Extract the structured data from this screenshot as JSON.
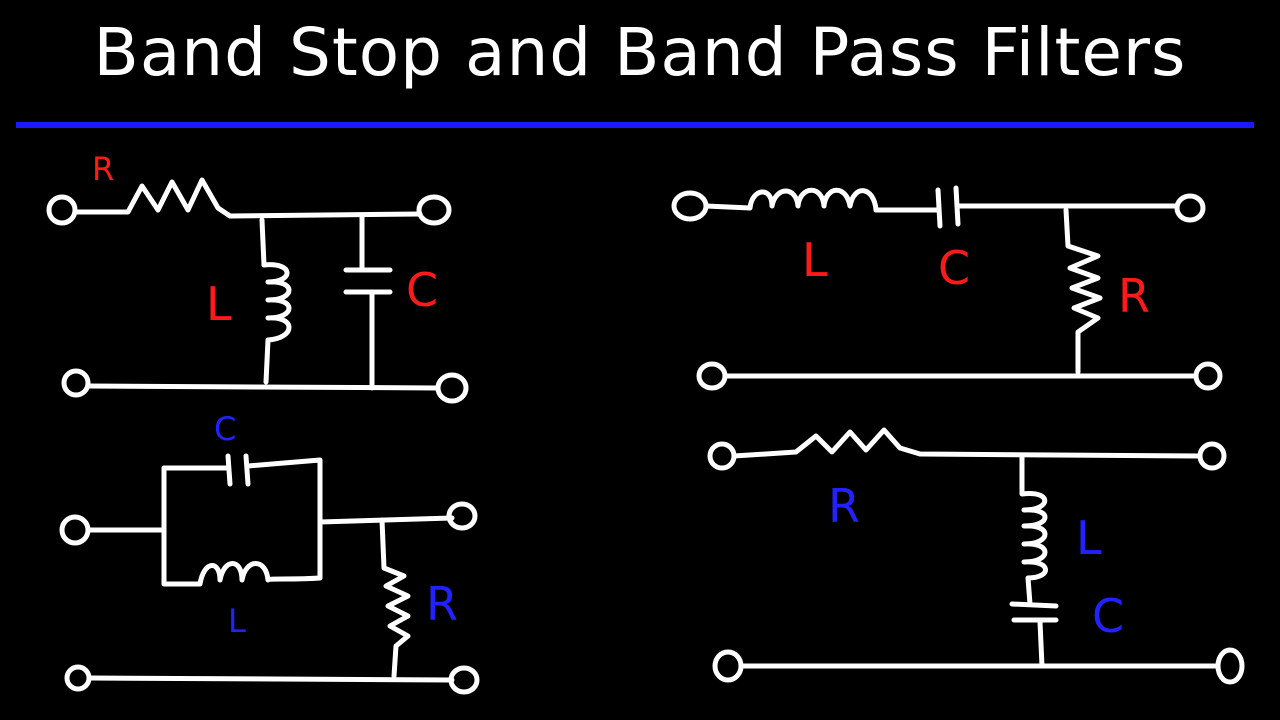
{
  "title": "Band Stop and Band Pass Filters",
  "colors": {
    "background": "#000000",
    "wire": "#ffffff",
    "rule": "#1a1aff",
    "label_red": "#ff1a1a",
    "label_blue": "#2222ff"
  },
  "circuits": {
    "top_left": {
      "r": "R",
      "l": "L",
      "c": "C"
    },
    "bottom_left": {
      "c": "C",
      "l": "L",
      "r": "R"
    },
    "top_right": {
      "l": "L",
      "c": "C",
      "r": "R"
    },
    "bottom_right": {
      "r": "R",
      "l": "L",
      "c": "C"
    }
  }
}
